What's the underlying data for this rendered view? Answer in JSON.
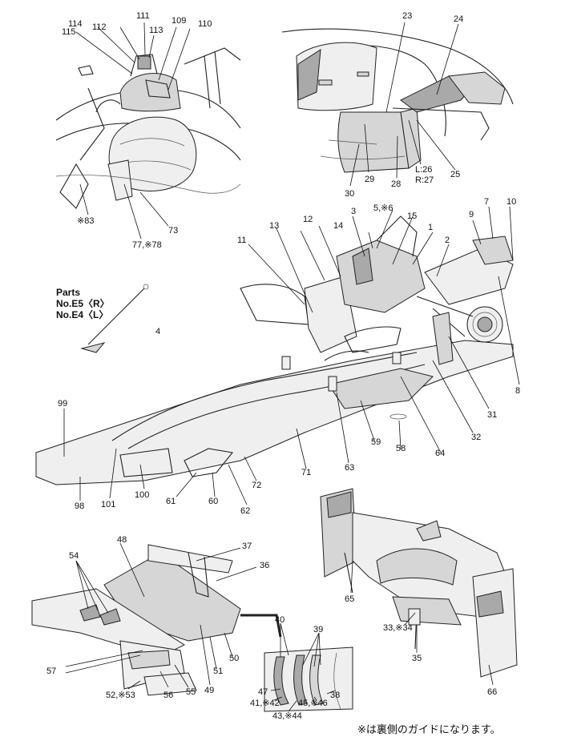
{
  "parts_note": {
    "line1": "Parts",
    "line2": "No.E5〈R〉",
    "line3": "No.E4〈L〉"
  },
  "footnote": "※は裏側のガイドになります。",
  "labels": {
    "l114": "114",
    "l112": "112",
    "l111": "111",
    "l109": "109",
    "l110": "110",
    "l113": "113",
    "l115": "115",
    "l83": "※83",
    "l77": "77,※78",
    "l73": "73",
    "l23": "23",
    "l24": "24",
    "l29": "29",
    "l28": "28",
    "l30": "30",
    "l26": "L:26",
    "l27": "R:27",
    "l25": "25",
    "l13": "13",
    "l12": "12",
    "l3": "3",
    "l56": "5,※6",
    "l14": "14",
    "l15": "15",
    "l1": "1",
    "l2": "2",
    "l7": "7",
    "l9": "9",
    "l10": "10",
    "l11": "11",
    "l4": "4",
    "l8": "8",
    "l31": "31",
    "l32": "32",
    "l64": "64",
    "l58": "58",
    "l59": "59",
    "l63": "63",
    "l71": "71",
    "l72": "72",
    "l62": "62",
    "l60": "60",
    "l61": "61",
    "l100": "100",
    "l101": "101",
    "l98": "98",
    "l99": "99",
    "l48": "48",
    "l37": "37",
    "l36": "36",
    "l54": "54",
    "l40": "40",
    "l39": "39",
    "l50": "50",
    "l51": "51",
    "l57": "57",
    "l49": "49",
    "l55": "55",
    "l56b": "56",
    "l52": "52,※53",
    "l47": "47",
    "l38": "38",
    "l41": "41,※42",
    "l43": "43,※44",
    "l45": "45,※46",
    "l65": "65",
    "l33": "33,※34",
    "l35": "35",
    "l66": "66"
  }
}
